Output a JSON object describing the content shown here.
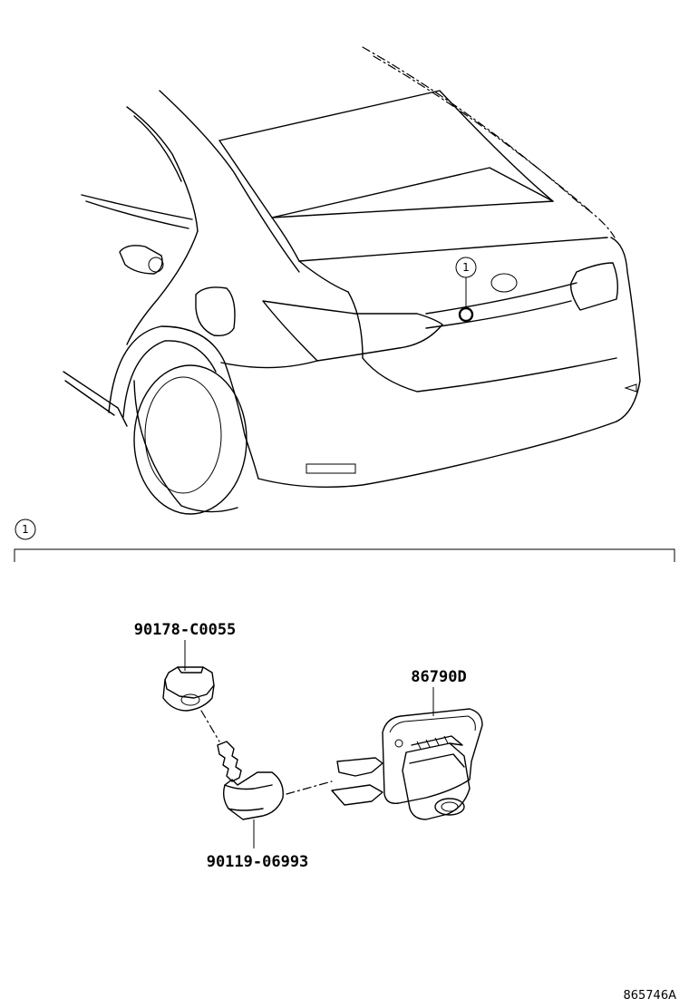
{
  "callouts": {
    "marker_on_car": "1",
    "section_marker": "1"
  },
  "parts": {
    "clip_part_no": "90178-C0055",
    "camera_part_no": "86790D",
    "screw_part_no": "90119-06993"
  },
  "figure_code": "865746A"
}
